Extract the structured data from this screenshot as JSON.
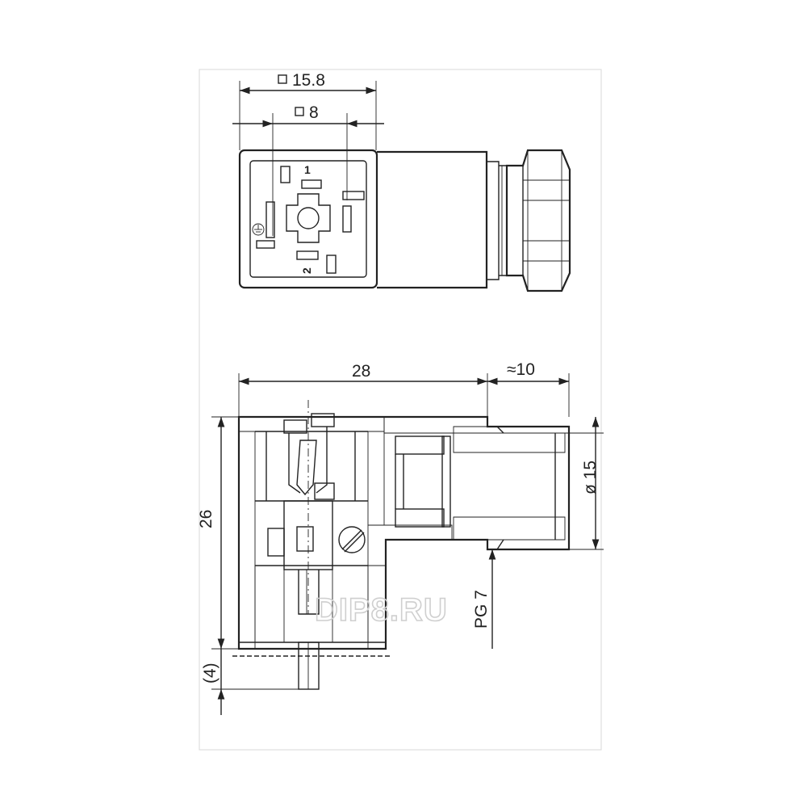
{
  "top_view": {
    "dim_outer": "15.8",
    "dim_inner": "8",
    "pin_1": "1",
    "pin_2": "2"
  },
  "side_view": {
    "dim_length": "28",
    "dim_gland": "≈10",
    "dim_height": "26",
    "dim_diameter": "ø 15",
    "dim_pin": "(4)",
    "thread_label": "PG 7"
  },
  "watermark": "DIP8.RU",
  "colors": {
    "line": "#222222",
    "hatch": "#555555",
    "border": "#d8d8d8",
    "watermark": "#cfcfcf"
  },
  "icons": {
    "square": "square-symbol-icon",
    "ground": "ground-symbol-icon",
    "screw": "screw-icon"
  }
}
